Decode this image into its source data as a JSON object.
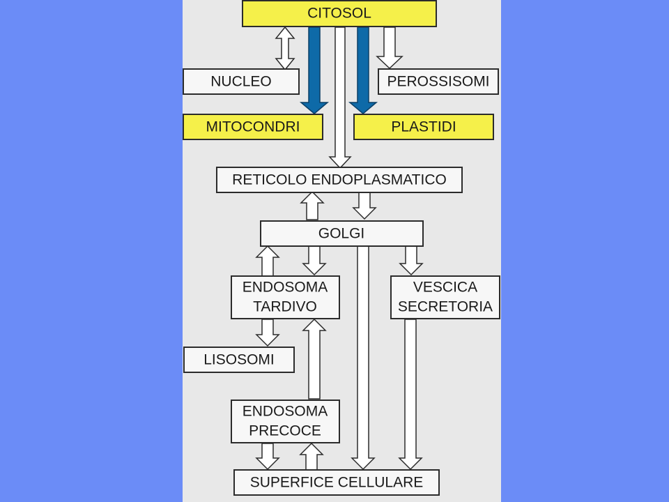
{
  "diagram": {
    "boxes": {
      "citosol": "CITOSOL",
      "nucleo": "NUCLEO",
      "perossisomi": "PEROSSISOMI",
      "mitocondri": "MITOCONDRI",
      "plastidi": "PLASTIDI",
      "reticolo": "RETICOLO ENDOPLASMATICO",
      "golgi": "GOLGI",
      "endosoma_tardivo_1": "ENDOSOMA",
      "endosoma_tardivo_2": "TARDIVO",
      "vescica_1": "VESCICA",
      "vescica_2": "SECRETORIA",
      "lisosomi": "LISOSOMI",
      "endosoma_precoce_1": "ENDOSOMA",
      "endosoma_precoce_2": "PRECOCE",
      "superfice": "SUPERFICE CELLULARE"
    },
    "colors": {
      "background": "#6b8cf7",
      "panel": "#e8e8e8",
      "yellow_box": "#f5f04a",
      "white_box": "#f7f7f7",
      "blue_arrow": "#0e6aa8"
    }
  }
}
